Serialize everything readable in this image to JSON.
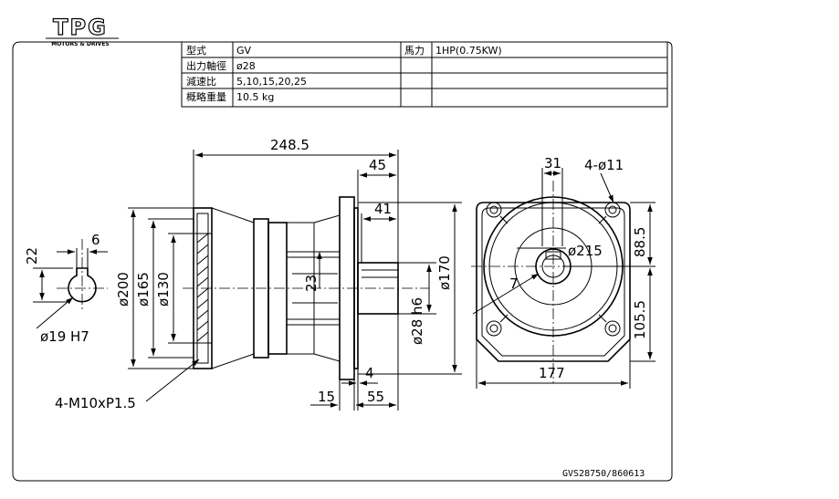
{
  "logo": {
    "mark": "TPG",
    "tagline": "MOTORS & DRIVES"
  },
  "spec_table": {
    "rows": [
      {
        "label": "型式",
        "value": "GV"
      },
      {
        "label": "出力軸徑",
        "value": "ø28"
      },
      {
        "label": "減速比",
        "value": "5,10,15,20,25"
      },
      {
        "label": "概略重量",
        "value": "10.5 kg"
      }
    ],
    "power_label": "馬力",
    "power_value": "1HP(0.75KW)"
  },
  "dimensions": {
    "keyway_width": "6",
    "keyway_depth": "22",
    "bore": "ø19 H7",
    "overall_length": "248.5",
    "shaft_length": "45",
    "shaft_key_length": "41",
    "pilot_offset": "23",
    "shaft_diameter": "ø28 h6",
    "bolt_circle": "ø170",
    "flange_dia": "ø200",
    "inner_dia": "ø165",
    "spigot_dia": "ø130",
    "tap": "4-M10xP1.5",
    "flange_thickness": "15",
    "spigot_depth": "4",
    "shaft_projection": "55",
    "key_offset": "31",
    "mount_holes": "4-ø11",
    "pcd": "ø215",
    "upper_height": "88.5",
    "lower_height": "105.5",
    "square_width": "177",
    "key_angle_label": "7"
  },
  "drawing_number": "GVS28750/860613"
}
